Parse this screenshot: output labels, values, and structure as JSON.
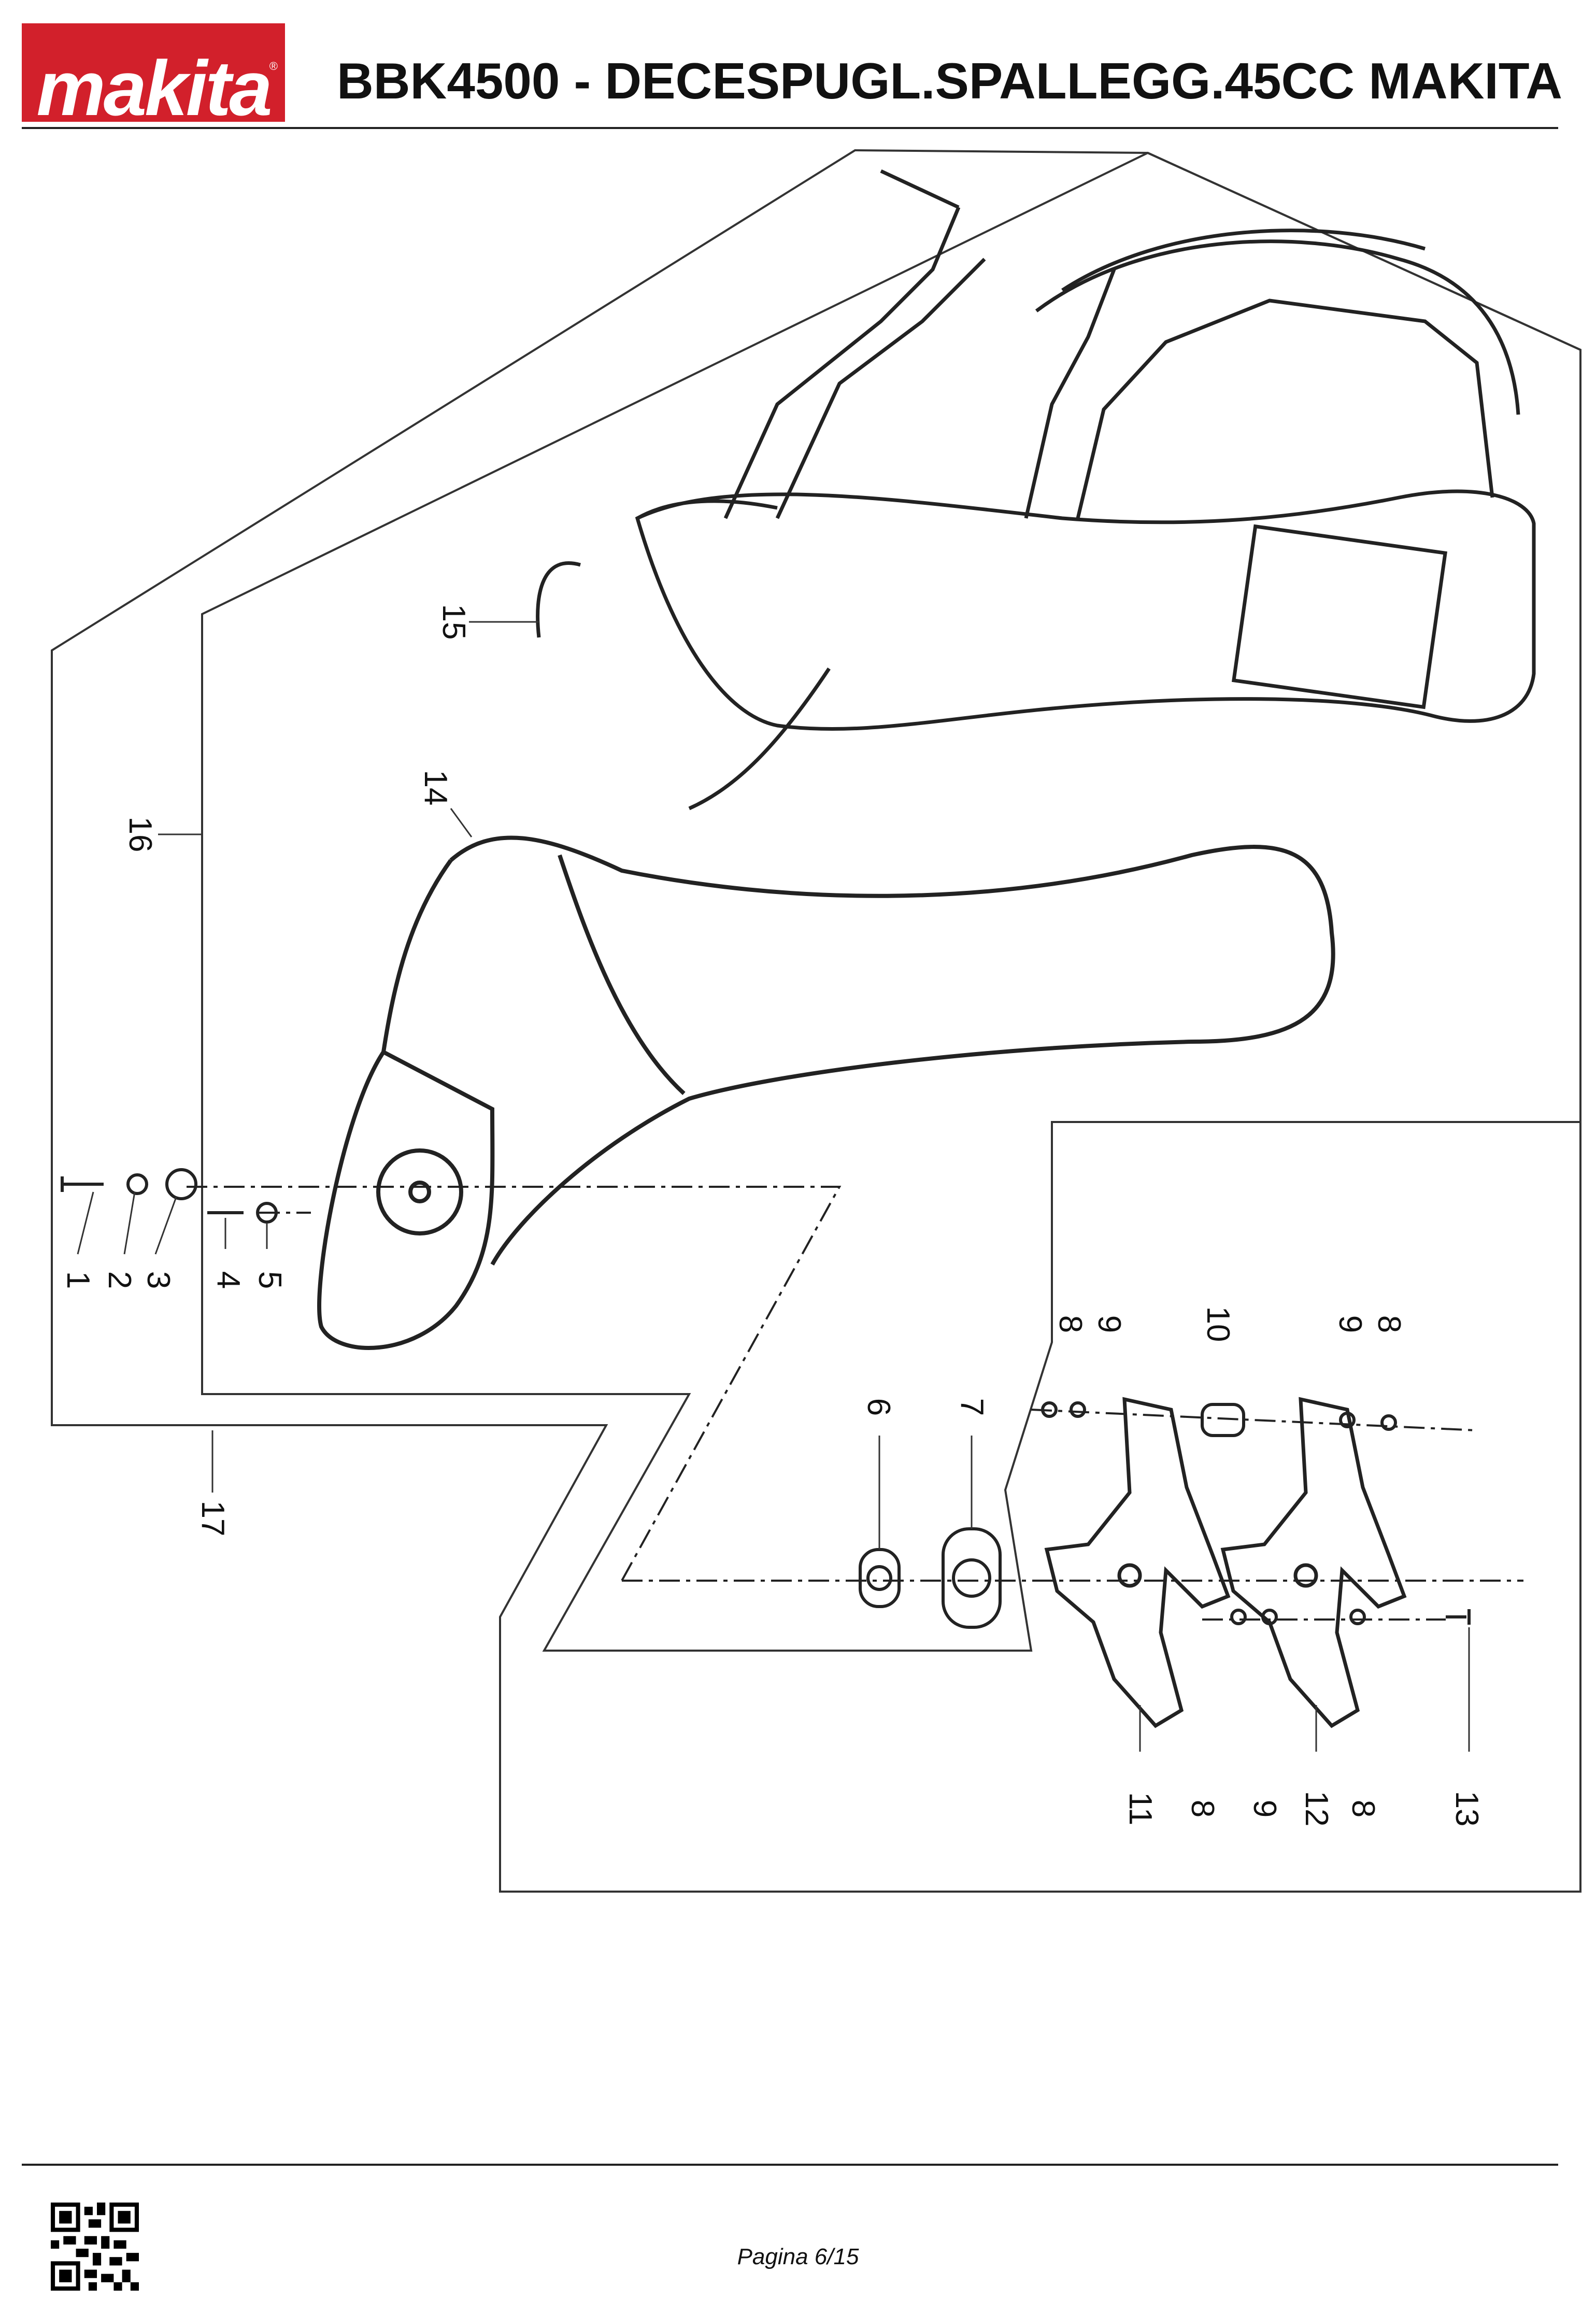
{
  "header": {
    "brand": "makita",
    "registered": "®",
    "title": "BBK4500 - DECESPUGL.SPALLEGG.45CC MAKITA"
  },
  "callouts": [
    "1",
    "2",
    "3",
    "4",
    "5",
    "6",
    "7",
    "8",
    "9",
    "10",
    "11",
    "12",
    "13",
    "14",
    "15",
    "16",
    "17"
  ],
  "footer": {
    "page": "Pagina 6/15"
  }
}
